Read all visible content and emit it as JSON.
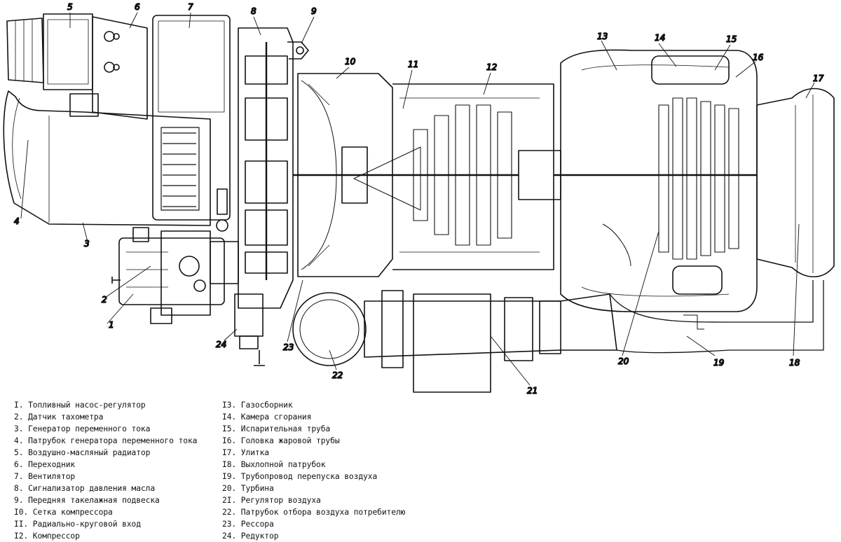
{
  "callouts": [
    "1",
    "2",
    "3",
    "4",
    "5",
    "6",
    "7",
    "8",
    "9",
    "10",
    "11",
    "12",
    "13",
    "14",
    "15",
    "16",
    "17",
    "18",
    "19",
    "20",
    "21",
    "22",
    "23",
    "24"
  ],
  "legend": {
    "left": [
      "I. Топливный насос-регулятор",
      "2. Датчик тахометра",
      "3. Генератор переменного тока",
      "4. Патрубок генератора переменного тока",
      "5. Воздушно-масляный радиатор",
      "6. Переходник",
      "7. Вентилятор",
      "8. Сигнализатор давления масла",
      "9. Передняя такелажная подвеска",
      "I0. Сетка компрессора",
      "II. Радиально-круговой вход",
      "I2. Компрессор"
    ],
    "right": [
      "I3. Газосборник",
      "I4. Камера сгорания",
      "I5. Испарительная труба",
      "I6. Головка жаровой трубы",
      "I7. Улитка",
      "I8. Выхлопной патрубок",
      "I9. Трубопровод перепуска воздуха",
      "20. Турбина",
      "2I. Регулятор воздуха",
      "22. Патрубок отбора воздуха потребителю",
      "23. Рессора",
      "24. Редуктор"
    ]
  }
}
